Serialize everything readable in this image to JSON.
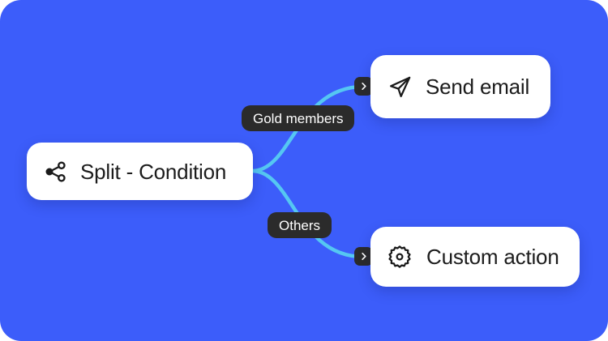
{
  "canvas": {
    "background_color": "#3c5dfa",
    "edge_color": "#55c7f2",
    "badge_color": "#2b2b2b",
    "card_color": "#ffffff"
  },
  "nodes": [
    {
      "id": "split-condition",
      "label": "Split - Condition",
      "icon": "share-split-icon"
    },
    {
      "id": "send-email",
      "label": "Send email",
      "icon": "paper-plane-icon"
    },
    {
      "id": "custom-action",
      "label": "Custom action",
      "icon": "gear-icon"
    }
  ],
  "branches": [
    {
      "id": "gold",
      "label": "Gold members",
      "target": "send-email"
    },
    {
      "id": "others",
      "label": "Others",
      "target": "custom-action"
    }
  ],
  "ports": [
    {
      "id": "port-send-email",
      "icon": "chevron-right-icon"
    },
    {
      "id": "port-custom-action",
      "icon": "chevron-right-icon"
    }
  ]
}
